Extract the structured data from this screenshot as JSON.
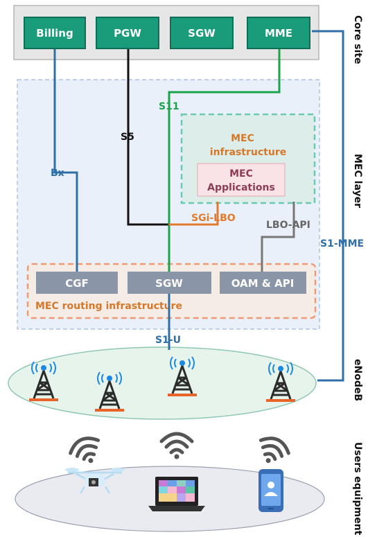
{
  "core": {
    "boxes": [
      "Billing",
      "PGW",
      "SGW",
      "MME"
    ],
    "side_label": "Core site"
  },
  "mec_layer": {
    "side_label": "MEC layer",
    "infra_title": [
      "MEC",
      "infrastructure"
    ],
    "apps_title": [
      "MEC",
      "Applications"
    ],
    "routing": {
      "boxes": [
        "CGF",
        "SGW",
        "OAM & API"
      ],
      "label": "MEC routing infrastructure"
    }
  },
  "interfaces": {
    "s11": "S11",
    "s5": "S5",
    "bx": "Bx",
    "sgi_lbo": "SGi-LBO",
    "lbo_api": "LBO-API",
    "s1_mme": "S1-MME",
    "s1_u": "S1-U"
  },
  "enodeb": {
    "side_label": "eNodeB",
    "towers": 4
  },
  "users": {
    "side_label": "Users equipment",
    "devices": [
      "drone-icon",
      "laptop-icon",
      "phone-icon"
    ]
  },
  "colors": {
    "core_box": "#1a9b7a",
    "blue_line": "#2e6fa8",
    "green_line": "#1aa34a",
    "orange": "#e07b2e",
    "gray_box": "#8a96a8",
    "teal_dash": "#6bc9b0",
    "mec_bg": "#eaf0f9"
  }
}
